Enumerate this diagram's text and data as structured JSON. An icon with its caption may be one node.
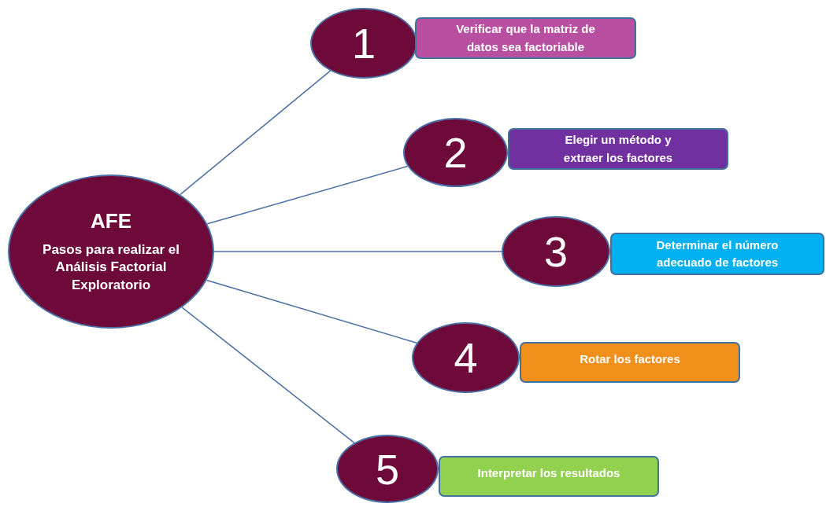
{
  "diagram": {
    "nodes": [
      {
        "text": [
          "AFE",
          "Pasos para realizar el Análisis Factorial Exploratorio"
        ]
      },
      {
        "text": [
          "1"
        ]
      },
      {
        "text": [
          "Verificar que la matriz de datos sea factoriable"
        ]
      },
      {
        "text": [
          "2"
        ]
      },
      {
        "text": [
          "Elegir un método y extraer los factores"
        ]
      },
      {
        "text": [
          "3"
        ]
      },
      {
        "text": [
          "Determinar el número adecuado de factores"
        ]
      },
      {
        "text": [
          "4"
        ]
      },
      {
        "text": [
          "Rotar los factores"
        ]
      },
      {
        "text": [
          "5"
        ]
      },
      {
        "text": [
          "Interpretar los resultados"
        ]
      }
    ],
    "edges": [
      {
        "from": 0,
        "to": 1,
        "arrow": "none"
      },
      {
        "from": 0,
        "to": 3,
        "arrow": "none"
      },
      {
        "from": 0,
        "to": 5,
        "arrow": "none"
      },
      {
        "from": 0,
        "to": 7,
        "arrow": "none"
      },
      {
        "from": 0,
        "to": 9,
        "arrow": "none"
      }
    ]
  }
}
